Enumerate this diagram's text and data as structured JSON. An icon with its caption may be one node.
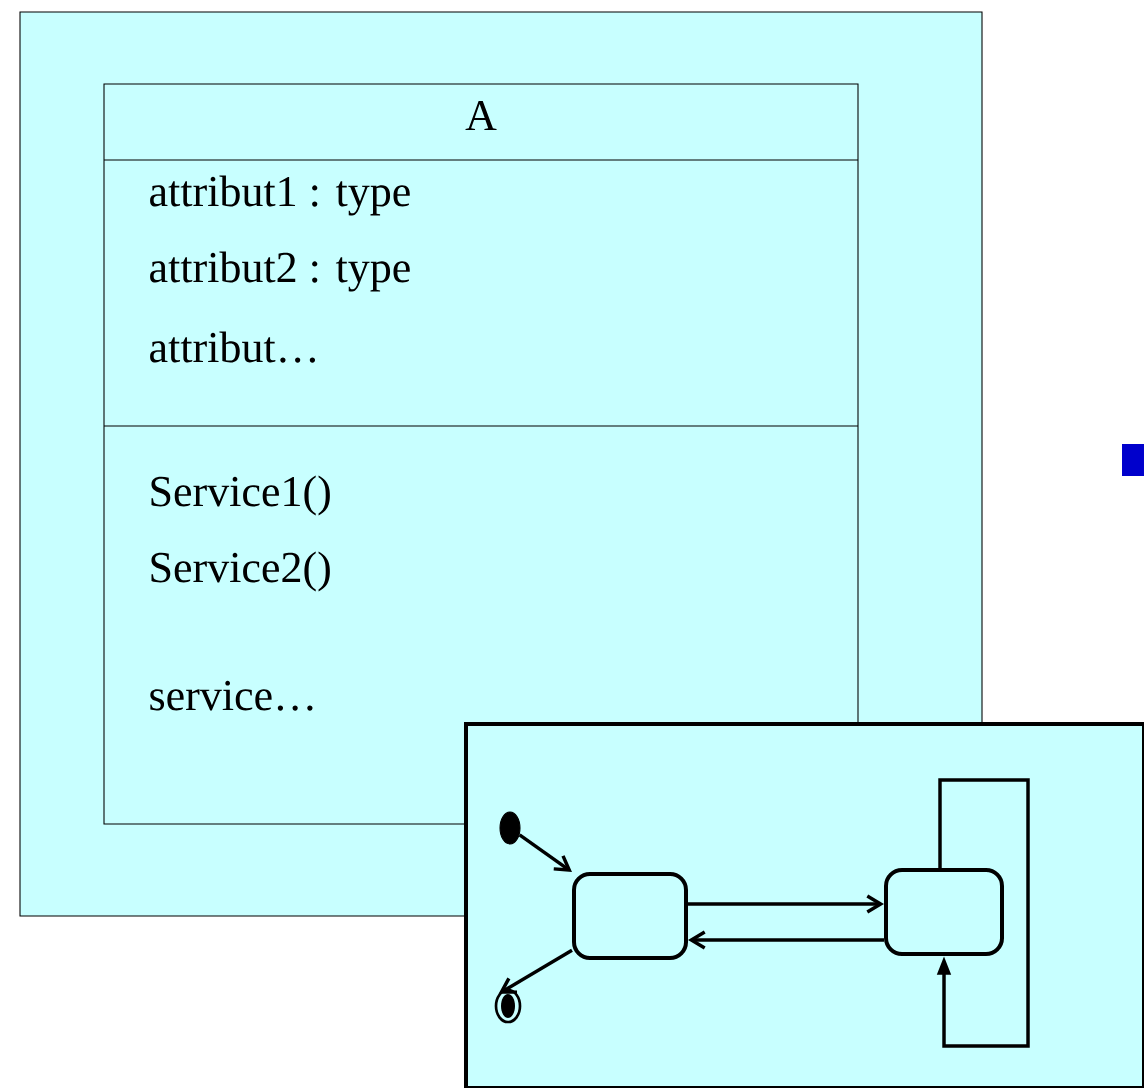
{
  "diagram": {
    "nodes": [
      {
        "text": [],
        "shape": "box"
      },
      {
        "text": [
          "A",
          "attribut1 : type",
          "attribut2 : type",
          "attribut…",
          "Service1()",
          "Service2()",
          "service…"
        ],
        "in": 0
      },
      {
        "text": [],
        "shape": "box"
      },
      {
        "text": [],
        "shape": "circle"
      },
      {
        "text": [],
        "shape": "box",
        "in": 2
      },
      {
        "text": [],
        "shape": "box",
        "in": 2
      },
      {
        "text": [],
        "shape": "circle",
        "in": 2
      }
    ],
    "edges": [
      {
        "from": 3,
        "to": 4,
        "arrow": "to"
      },
      {
        "from": 4,
        "to": 6,
        "arrow": "to"
      },
      {
        "from": 4,
        "to": 5,
        "arrow": "to"
      },
      {
        "from": 5,
        "to": 4,
        "arrow": "to"
      },
      {
        "from": 5,
        "to": 5,
        "arrow": "to"
      }
    ]
  }
}
